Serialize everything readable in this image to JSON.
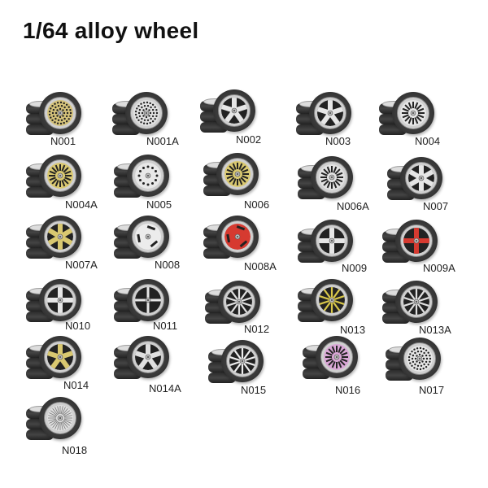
{
  "title": "1/64 alloy wheel",
  "items": [
    {
      "code": "N001",
      "style": "mesh",
      "color": "#d4c27a"
    },
    {
      "code": "N001A",
      "style": "mesh",
      "color": "#e2e2e2"
    },
    {
      "code": "N002",
      "style": "5spoke",
      "color": "#e6e6e6"
    },
    {
      "code": "N003",
      "style": "5star",
      "color": "#e6e6e6"
    },
    {
      "code": "N004",
      "style": "bbs",
      "color": "#e6e6e6"
    },
    {
      "code": "N004A",
      "style": "bbs",
      "color": "#d9c870"
    },
    {
      "code": "N005",
      "style": "holes",
      "color": "#e8e8e8"
    },
    {
      "code": "N006",
      "style": "bbs",
      "color": "#d9c870"
    },
    {
      "code": "N006A",
      "style": "bbs",
      "color": "#e2e2e2"
    },
    {
      "code": "N007",
      "style": "6spoke",
      "color": "#e6e6e6"
    },
    {
      "code": "N007A",
      "style": "6spoke",
      "color": "#d9c870"
    },
    {
      "code": "N008",
      "style": "3slot",
      "color": "#ececec"
    },
    {
      "code": "N008A",
      "style": "3slot",
      "color": "#d63a30"
    },
    {
      "code": "N009",
      "style": "4spoke",
      "color": "#e6e6e6"
    },
    {
      "code": "N009A",
      "style": "4spoke",
      "color": "#d63a30"
    },
    {
      "code": "N010",
      "style": "4star",
      "color": "#e6e6e6"
    },
    {
      "code": "N011",
      "style": "cross",
      "color": "#e6e6e6"
    },
    {
      "code": "N012",
      "style": "10spoke",
      "color": "#e0e0e0"
    },
    {
      "code": "N013",
      "style": "10spoke",
      "color": "#d9c84a"
    },
    {
      "code": "N013A",
      "style": "10spoke",
      "color": "#e0e0e0"
    },
    {
      "code": "N014",
      "style": "5spoke",
      "color": "#d9c870"
    },
    {
      "code": "N014A",
      "style": "5spoke",
      "color": "#e0e0e0"
    },
    {
      "code": "N015",
      "style": "10spoke",
      "color": "#eeeeee"
    },
    {
      "code": "N016",
      "style": "bbs",
      "color": "#d9a6d6"
    },
    {
      "code": "N017",
      "style": "mesh",
      "color": "#e6e6e6"
    },
    {
      "code": "N018",
      "style": "fin",
      "color": "#e0e0e0"
    }
  ]
}
